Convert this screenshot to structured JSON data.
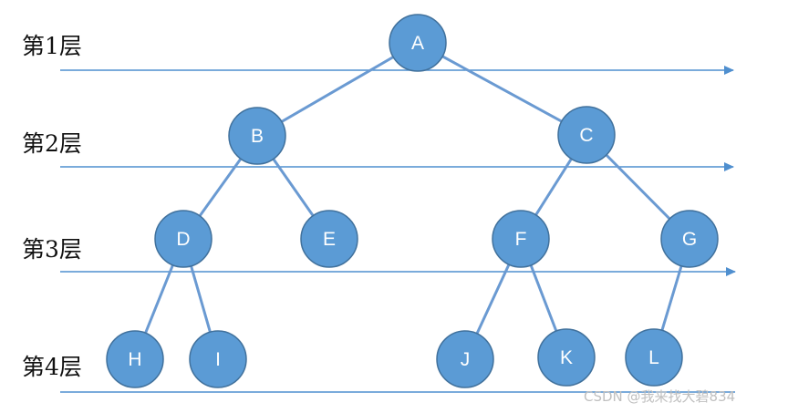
{
  "levels": [
    {
      "label": "第1层"
    },
    {
      "label": "第2层"
    },
    {
      "label": "第3层"
    },
    {
      "label": "第4层"
    }
  ],
  "nodes": [
    {
      "id": "A",
      "label": "A"
    },
    {
      "id": "B",
      "label": "B"
    },
    {
      "id": "C",
      "label": "C"
    },
    {
      "id": "D",
      "label": "D"
    },
    {
      "id": "E",
      "label": "E"
    },
    {
      "id": "F",
      "label": "F"
    },
    {
      "id": "G",
      "label": "G"
    },
    {
      "id": "H",
      "label": "H"
    },
    {
      "id": "I",
      "label": "I"
    },
    {
      "id": "J",
      "label": "J"
    },
    {
      "id": "K",
      "label": "K"
    },
    {
      "id": "L",
      "label": "L"
    }
  ],
  "edges": [
    {
      "from": "A",
      "to": "B"
    },
    {
      "from": "A",
      "to": "C"
    },
    {
      "from": "B",
      "to": "D"
    },
    {
      "from": "B",
      "to": "E"
    },
    {
      "from": "C",
      "to": "F"
    },
    {
      "from": "C",
      "to": "G"
    },
    {
      "from": "D",
      "to": "H"
    },
    {
      "from": "D",
      "to": "I"
    },
    {
      "from": "F",
      "to": "J"
    },
    {
      "from": "F",
      "to": "K"
    },
    {
      "from": "G",
      "to": "L"
    }
  ],
  "watermark": "CSDN @我来找大碧834",
  "colors": {
    "node_fill": "#5b9bd5",
    "node_stroke": "#41719c",
    "edge": "#6a9ad2",
    "level_line": "#4f8fcf",
    "label_text": "#ffffff"
  }
}
